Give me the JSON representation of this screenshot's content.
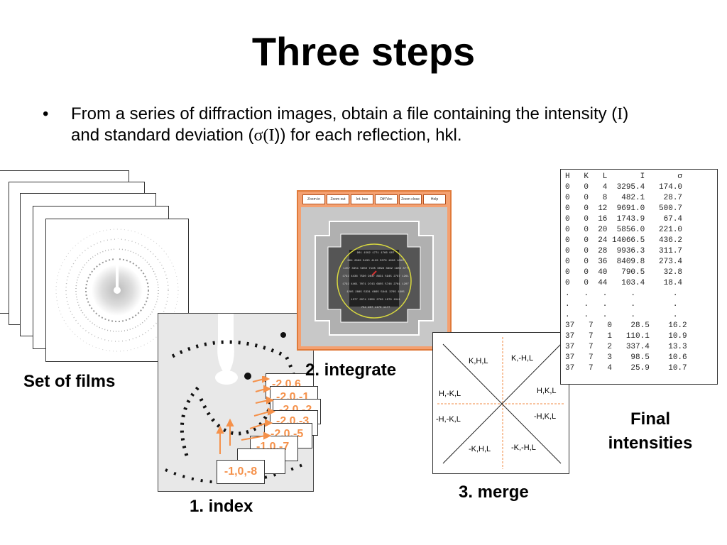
{
  "slide": {
    "title": "Three steps",
    "bullet": {
      "dot": "•",
      "part1": "From a series of diffraction images, obtain a file containing the intensity (",
      "I1": "I",
      "part2": ") and standard deviation (",
      "sigma": "σ",
      "paren_open": "(",
      "I2": "I",
      "part3": ")) for each reflection, hkl."
    }
  },
  "captions": {
    "films": "Set of films",
    "index": "1. index",
    "integrate": "2. integrate",
    "merge": "3. merge",
    "final_line1": "Final",
    "final_line2": "intensities"
  },
  "index_panel": {
    "front_label": "-1,0,-8",
    "stack_labels": [
      "-2,0,6",
      "-2,0,-1",
      "-2,0,-2",
      "-2,0,-3",
      "-2,0,-5",
      "-1,0,-7"
    ]
  },
  "integrate_panel": {
    "toolbar_buttons": [
      "Zoom in",
      "Zoom out",
      "Int. box",
      "Diff Vec",
      "Zoom close",
      "Help"
    ],
    "center_values": [
      [
        "961",
        "1592",
        "1771",
        "1766",
        "907"
      ],
      [
        "964",
        "2809",
        "3433",
        "4129",
        "3379",
        "1926",
        "1090"
      ],
      [
        "1457",
        "3351",
        "5950",
        "7185",
        "6098",
        "3962",
        "1985",
        "877"
      ],
      [
        "1792",
        "4436",
        "7590",
        "9847",
        "8831",
        "5945",
        "2797",
        "1261"
      ],
      [
        "1792",
        "4461",
        "7071",
        "9743",
        "6855",
        "5746",
        "2761",
        "1207"
      ],
      [
        "1285",
        "2885",
        "5331",
        "6665",
        "5941",
        "3765",
        "1905"
      ],
      [
        "1377",
        "2074",
        "2956",
        "2769",
        "1979",
        "1041"
      ],
      [
        "754",
        "907",
        "1170",
        "1177"
      ]
    ]
  },
  "merge_panel": {
    "labels": {
      "top_left": "K,H,L",
      "top_right": "K,-H,L",
      "mid_left_upper": "H,-K,L",
      "mid_right_upper": "H,K,L",
      "mid_left_lower": "-H,-K,L",
      "mid_right_lower": "-H,K,L",
      "bottom_left": "-K,H,L",
      "bottom_right": "-K,-H,L"
    }
  },
  "intensity_table": {
    "header": "H   K   L       I       σ",
    "rows": [
      "0   0   4  3295.4   174.0",
      "0   0   8   482.1    28.7",
      "0   0  12  9691.0   500.7",
      "0   0  16  1743.9    67.4",
      "0   0  20  5856.0   221.0",
      "0   0  24 14066.5   436.2",
      "0   0  28  9936.3   311.7",
      "0   0  36  8409.8   273.4",
      "0   0  40   790.5    32.8",
      "0   0  44   103.4    18.4",
      ".   .   .     .        .",
      ".   .   .     .        .",
      ".   .   .     .        .",
      "37   7   0    28.5    16.2",
      "37   7   1   110.1    10.9",
      "37   7   2   337.4    13.3",
      "37   7   3    98.5    10.6",
      "37   7   4    25.9    10.7"
    ]
  },
  "colors": {
    "accent_orange": "#f5914a",
    "integrate_frame": "#f4a070"
  }
}
